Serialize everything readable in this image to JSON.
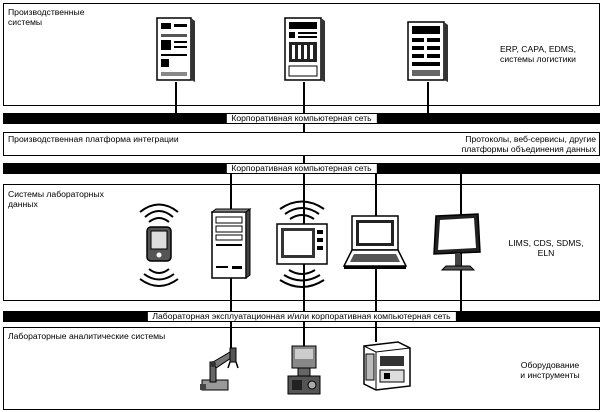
{
  "tiers": {
    "production": {
      "title": "Производственные\nсистемы",
      "side": "ERP, CAPA, EDMS,\nсистемы логистики"
    },
    "integration": {
      "title": "Производственная платформа интеграции",
      "side": "Протоколы, веб-сервисы, другие\nплатформы объединения данных"
    },
    "lab_data": {
      "title": "Системы лабораторных\nданных",
      "side": "LIMS, CDS, SDMS,\nELN"
    },
    "lab_analytic": {
      "title": "Лабораторные аналитические системы",
      "side": "Оборудование\nи инструменты"
    }
  },
  "buses": {
    "corporate_1": "Корпоративная компьютерная сеть",
    "corporate_2": "Корпоративная компьютерная сеть",
    "lab_network": "Лабораторная эксплуатационная и/или корпоративная компьютерная сеть"
  },
  "icons": {
    "production": [
      "server-cabinet-icon",
      "server-cabinet-icon",
      "server-cabinet-icon"
    ],
    "lab_data": [
      "pda-wireless-icon",
      "desktop-tower-icon",
      "wireless-monitor-icon",
      "laptop-icon",
      "flat-monitor-icon"
    ],
    "lab_analytic": [
      "robotic-arm-icon",
      "balance-instrument-icon",
      "analyzer-instrument-icon"
    ]
  }
}
